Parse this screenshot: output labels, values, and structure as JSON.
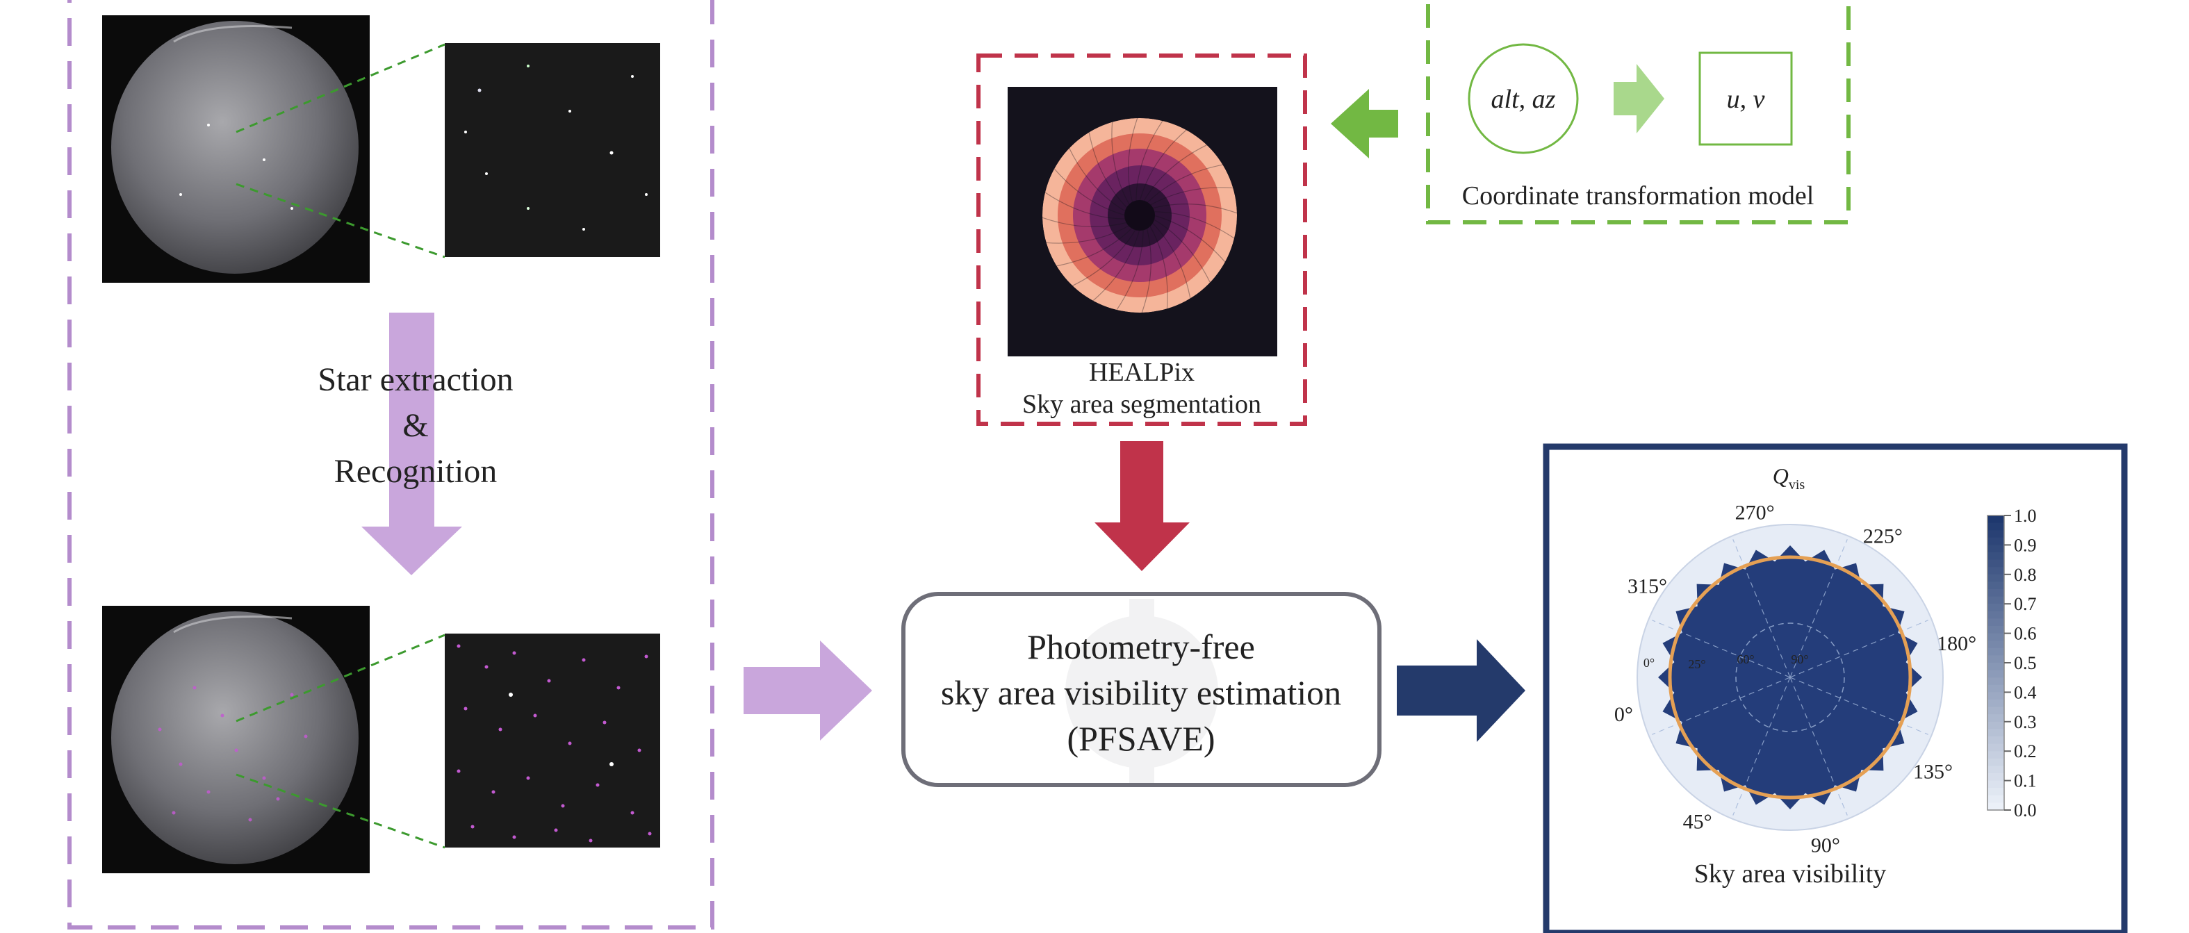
{
  "colors": {
    "purple": "#b48ccc",
    "purple_light": "#c9a6dc",
    "red": "#c0334a",
    "green": "#72b843",
    "green_light": "#a9d88c",
    "navy": "#243a6b",
    "gray_box": "#6e6e78"
  },
  "left_panel": {
    "step_label_line1": "Star extraction",
    "step_label_line2": "&",
    "step_label_line3": "Recognition"
  },
  "healpix": {
    "label_line1": "HEALPix",
    "label_line2": "Sky area segmentation"
  },
  "coord_model": {
    "input": "alt, az",
    "output": "u, v",
    "caption": "Coordinate transformation model"
  },
  "center_box": {
    "line1": "Photometry-free",
    "line2": "sky area visibility estimation",
    "line3": "(PFSAVE)"
  },
  "visibility_panel": {
    "title_symbol": "Q",
    "title_subscript": "vis",
    "caption": "Sky area visibility"
  },
  "chart_data": {
    "type": "polar-heatmap",
    "title": "Qvis",
    "angular_ticks": [
      "0°",
      "45°",
      "90°",
      "135°",
      "180°",
      "225°",
      "270°",
      "315°"
    ],
    "radial_ticks": [
      "0°",
      "25°",
      "60°",
      "90°"
    ],
    "colorbar": {
      "ticks": [
        "0.0",
        "0.1",
        "0.2",
        "0.3",
        "0.4",
        "0.5",
        "0.6",
        "0.7",
        "0.8",
        "0.9",
        "1.0"
      ],
      "range": [
        0.0,
        1.0
      ],
      "colormap": "Blues"
    }
  }
}
